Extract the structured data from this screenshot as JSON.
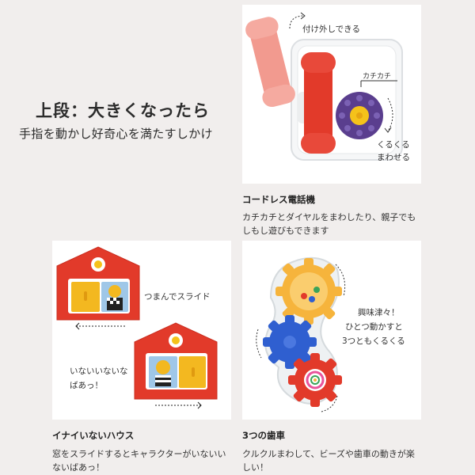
{
  "intro": {
    "title": "上段：大きくなったら",
    "subtitle": "手指を動かし好奇心を満たすしかけ"
  },
  "cards": {
    "phone": {
      "title": "コードレス電話機",
      "desc": "カチカチとダイヤルをまわしたり、親子でもしもし遊びもできます",
      "annot_detach": "付け外しできる",
      "annot_click": "カチカチ",
      "annot_spin_1": "くるくる",
      "annot_spin_2": "まわせる"
    },
    "house": {
      "title": "イナイいないハウス",
      "desc": "窓をスライドするとキャラクターがいないいないばあっ！",
      "annot_slide": "つまんでスライド",
      "annot_peek_1": "いないいないな",
      "annot_peek_2": "ばあっ！"
    },
    "gears": {
      "title": "3つの歯車",
      "desc": "クルクルまわして、ビーズや歯車の動きが楽しい！",
      "annot_1": "興味津々！",
      "annot_2": "ひとつ動かすと",
      "annot_3": "3つともくるくる"
    }
  },
  "colors": {
    "background": "#f1eeed",
    "toy_red": "#e23a2a",
    "toy_pink": "#f29a8f",
    "dial_purple": "#5a3e8e",
    "dial_yellow": "#f5c21a",
    "gear_blue": "#2f5fd0",
    "gear_orange": "#f6b43c",
    "door_yellow": "#f3b820"
  }
}
